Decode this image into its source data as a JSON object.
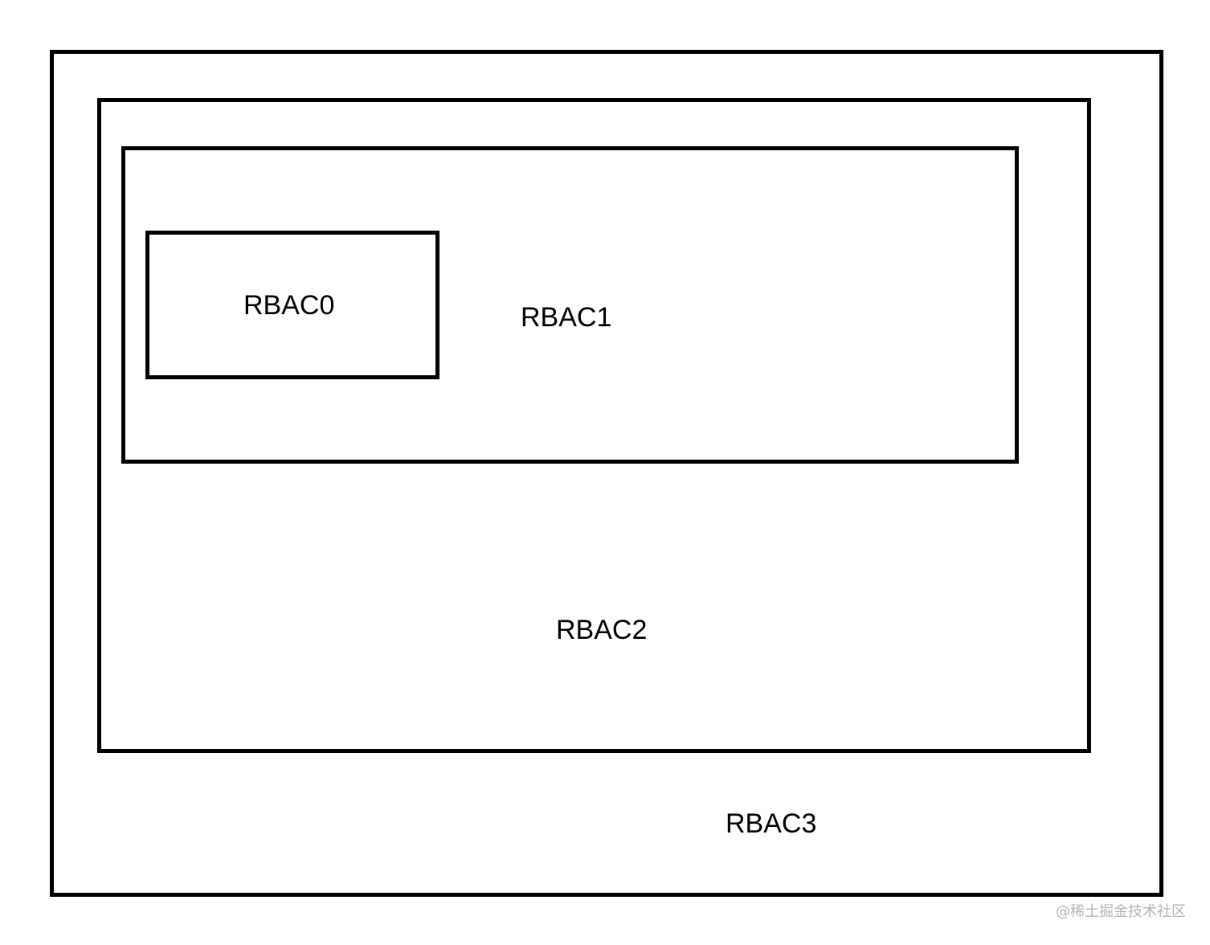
{
  "diagram": {
    "nodes": [
      {
        "id": "rbac3",
        "label": "RBAC3",
        "contains": "rbac2"
      },
      {
        "id": "rbac2",
        "label": "RBAC2",
        "contains": "rbac1"
      },
      {
        "id": "rbac1",
        "label": "RBAC1",
        "contains": "rbac0"
      },
      {
        "id": "rbac0",
        "label": "RBAC0",
        "contains": null
      }
    ],
    "watermark": "@稀土掘金技术社区",
    "colors": {
      "stroke": "#000000",
      "background": "#ffffff",
      "watermark": "#b5b5b5"
    }
  }
}
